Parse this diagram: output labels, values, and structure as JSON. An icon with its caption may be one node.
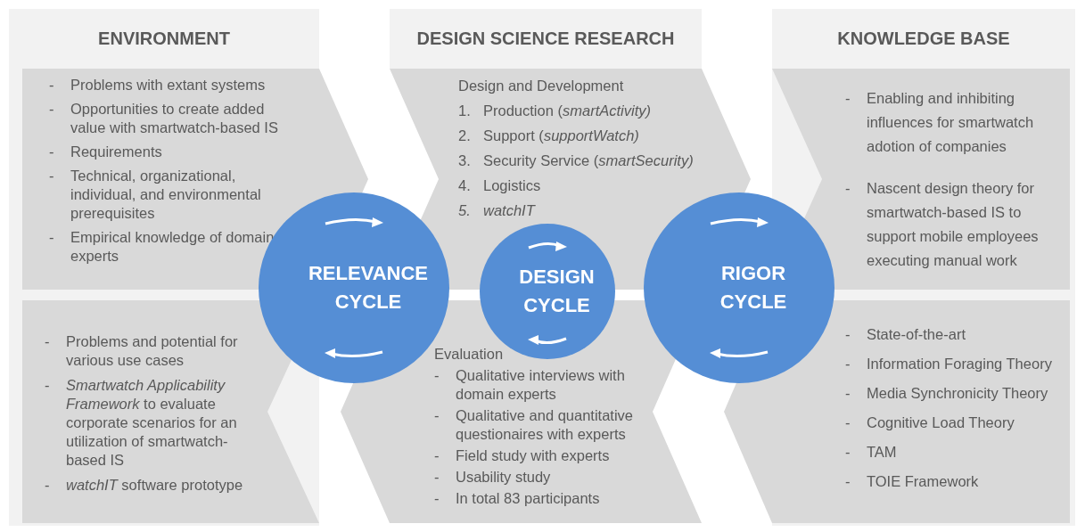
{
  "diagram": {
    "nodes": [
      {
        "text": [
          "ENVIRONMENT"
        ]
      },
      {
        "text": [
          "- Problems with extant systems",
          "- Opportunities to create added value with smartwatch-based IS",
          "- Requirements",
          "- Technical, organizational, individual, and environmental prerequisites",
          "- Empirical knowledge of domain experts"
        ],
        "in": 0
      },
      {
        "text": [
          "- Problems and potential for various use cases",
          "- *Smartwatch Applicability Framework* to evaluate corporate scenarios for an utilization of smartwatch-based IS",
          "- *watchIT* software prototype"
        ],
        "in": 0
      },
      {
        "text": [
          "DESIGN SCIENCE RESEARCH"
        ]
      },
      {
        "text": [
          "Design and Development",
          "1. Production (*smartActivity)*",
          "2. Support (*supportWatch)*",
          "3. Security Service (*smartSecurity)*",
          "4. Logistics",
          "*5.* *watchIT*"
        ]
      },
      {
        "text": [
          "Evaluation",
          "- Qualitative interviews with domain experts",
          "- Qualitative and quantitative questionaires with experts",
          "- Field study with experts",
          "- Usability study",
          "- In total 83 participants"
        ]
      },
      {
        "text": [
          "KNOWLEDGE BASE"
        ]
      },
      {
        "text": [
          "- Enabling and inhibiting influences for smartwatch adotion of companies",
          "- Nascent design theory for smartwatch-based IS to support mobile employees executing manual work"
        ],
        "in": 6
      },
      {
        "text": [
          "- State-of-the-art",
          "- Information Foraging Theory",
          "- Media Synchronicity Theory",
          "- Cognitive Load Theory",
          "- TAM",
          "- TOIE Framework"
        ],
        "in": 6
      },
      {
        "text": [
          "RELEVANCE CYCLE"
        ]
      },
      {
        "text": [
          "DESIGN CYCLE"
        ]
      },
      {
        "text": [
          "RIGOR CYCLE"
        ]
      }
    ],
    "edges": []
  }
}
